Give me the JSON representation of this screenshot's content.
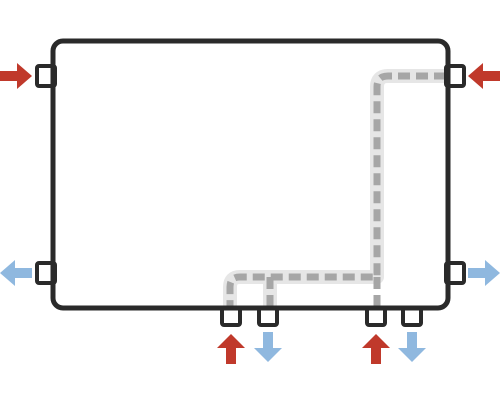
{
  "diagram": {
    "subject": "panel-radiator-connection-options",
    "colors": {
      "background": "#ffffff",
      "outline": "#2a2a2a",
      "panel_fill": "#ffffff",
      "internal_pipe": "#a6a6a6",
      "internal_pipe_halo": "#e6e6e6",
      "supply_arrow": "#c0392b",
      "return_arrow": "#8fb8df"
    },
    "arrows": [
      {
        "id": "left-top-inlet",
        "flow": "supply",
        "direction": "right"
      },
      {
        "id": "right-top-inlet",
        "flow": "supply",
        "direction": "left"
      },
      {
        "id": "left-bottom-outlet",
        "flow": "return",
        "direction": "left"
      },
      {
        "id": "right-bottom-outlet",
        "flow": "return",
        "direction": "right"
      },
      {
        "id": "bottom-left-inlet",
        "flow": "supply",
        "direction": "up"
      },
      {
        "id": "bottom-left-outlet",
        "flow": "return",
        "direction": "down"
      },
      {
        "id": "bottom-right-inlet",
        "flow": "supply",
        "direction": "up"
      },
      {
        "id": "bottom-right-outlet",
        "flow": "return",
        "direction": "down"
      }
    ],
    "connections": [
      "side-top-left",
      "side-bottom-left",
      "side-top-right",
      "side-bottom-right",
      "bottom-1",
      "bottom-2",
      "bottom-3",
      "bottom-4"
    ]
  }
}
